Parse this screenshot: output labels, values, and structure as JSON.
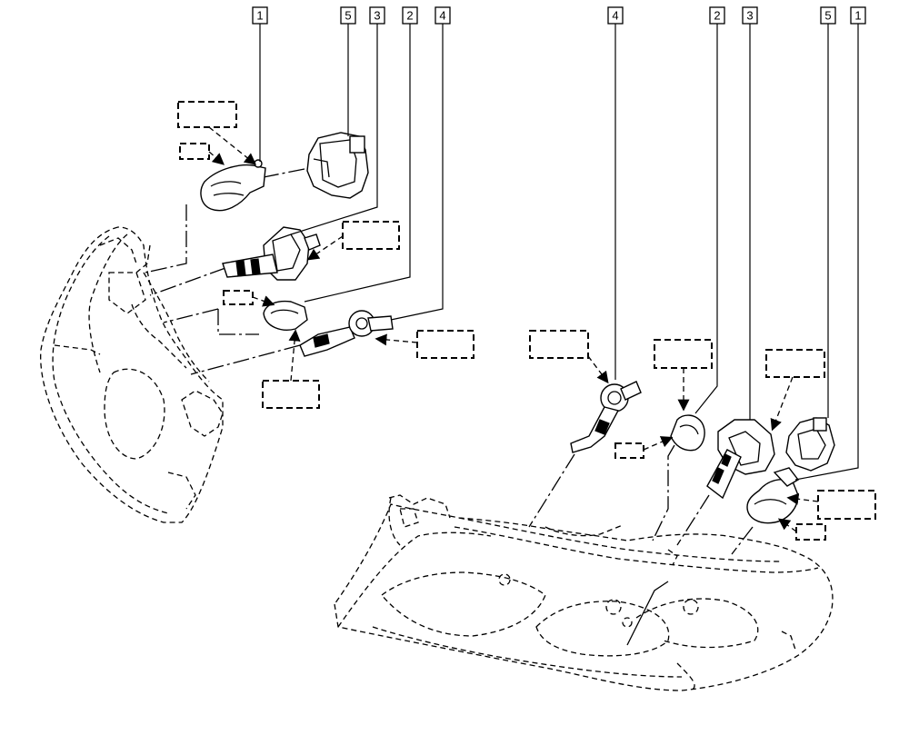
{
  "callouts": {
    "left": [
      {
        "number": "1"
      },
      {
        "number": "5"
      },
      {
        "number": "3"
      },
      {
        "number": "2"
      },
      {
        "number": "4"
      }
    ],
    "right": [
      {
        "number": "4"
      },
      {
        "number": "2"
      },
      {
        "number": "3"
      },
      {
        "number": "5"
      },
      {
        "number": "1"
      }
    ]
  },
  "colors": {
    "line": "#000000",
    "background": "#ffffff"
  }
}
